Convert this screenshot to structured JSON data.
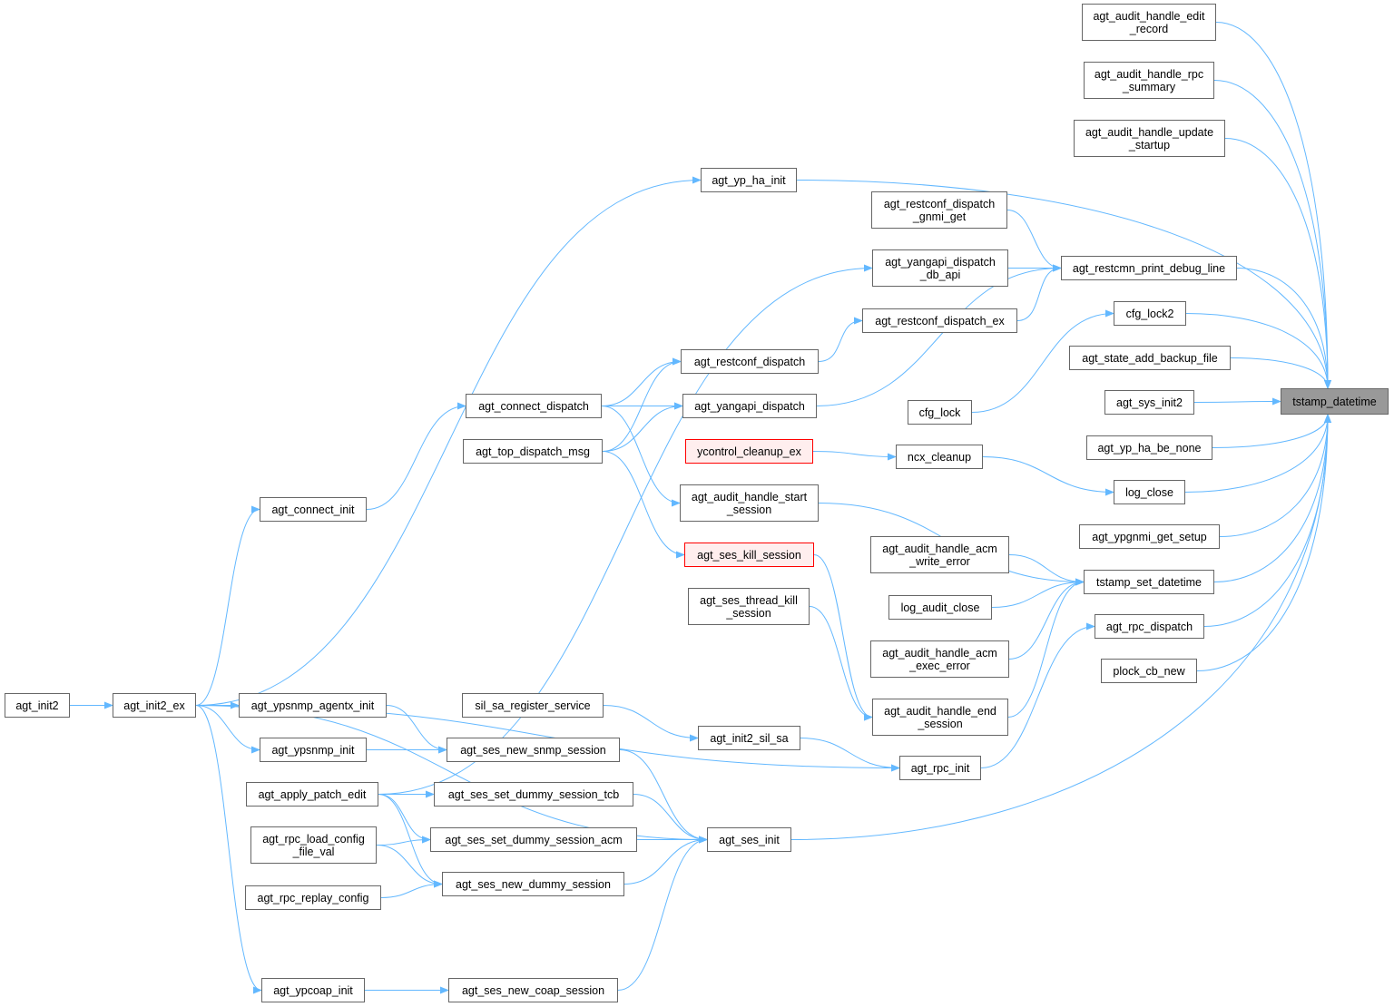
{
  "graph": {
    "colors": {
      "edge": "#63b8ff",
      "node_border": "#666666",
      "focus_fill": "#999999",
      "missing_border": "#ff0000",
      "missing_fill": "#ffeeee"
    },
    "focus": "tstamp_datetime",
    "nodes": [
      {
        "id": "tstamp_datetime",
        "label": "tstamp_datetime",
        "style": "focus"
      },
      {
        "id": "edit_record",
        "label": "agt_audit_handle_edit\n_record"
      },
      {
        "id": "rpc_summary",
        "label": "agt_audit_handle_rpc\n_summary"
      },
      {
        "id": "update_startup",
        "label": "agt_audit_handle_update\n_startup"
      },
      {
        "id": "yp_ha_init",
        "label": "agt_yp_ha_init"
      },
      {
        "id": "gnmi_get",
        "label": "agt_restconf_dispatch\n_gnmi_get"
      },
      {
        "id": "db_api",
        "label": "agt_yangapi_dispatch\n_db_api"
      },
      {
        "id": "print_debug",
        "label": "agt_restcmn_print_debug_line"
      },
      {
        "id": "restconf_ex",
        "label": "agt_restconf_dispatch_ex"
      },
      {
        "id": "cfg_lock2",
        "label": "cfg_lock2"
      },
      {
        "id": "backup_file",
        "label": "agt_state_add_backup_file"
      },
      {
        "id": "sys_init2",
        "label": "agt_sys_init2"
      },
      {
        "id": "cfg_lock",
        "label": "cfg_lock"
      },
      {
        "id": "be_none",
        "label": "agt_yp_ha_be_none"
      },
      {
        "id": "restconf_dispatch",
        "label": "agt_restconf_dispatch"
      },
      {
        "id": "connect_dispatch",
        "label": "agt_connect_dispatch"
      },
      {
        "id": "yangapi_dispatch",
        "label": "agt_yangapi_dispatch"
      },
      {
        "id": "top_dispatch",
        "label": "agt_top_dispatch_msg"
      },
      {
        "id": "ycontrol_cleanup",
        "label": "ycontrol_cleanup_ex",
        "style": "red"
      },
      {
        "id": "ncx_cleanup",
        "label": "ncx_cleanup"
      },
      {
        "id": "log_close",
        "label": "log_close"
      },
      {
        "id": "start_session",
        "label": "agt_audit_handle_start\n_session"
      },
      {
        "id": "connect_init",
        "label": "agt_connect_init"
      },
      {
        "id": "kill_session",
        "label": "agt_ses_kill_session",
        "style": "red"
      },
      {
        "id": "gnmi_setup",
        "label": "agt_ypgnmi_get_setup"
      },
      {
        "id": "acm_write",
        "label": "agt_audit_handle_acm\n_write_error"
      },
      {
        "id": "set_datetime",
        "label": "tstamp_set_datetime"
      },
      {
        "id": "thread_kill",
        "label": "agt_ses_thread_kill\n_session"
      },
      {
        "id": "log_audit_close",
        "label": "log_audit_close"
      },
      {
        "id": "rpc_dispatch",
        "label": "agt_rpc_dispatch"
      },
      {
        "id": "acm_exec",
        "label": "agt_audit_handle_acm\n_exec_error"
      },
      {
        "id": "plock_cb_new",
        "label": "plock_cb_new"
      },
      {
        "id": "init2",
        "label": "agt_init2"
      },
      {
        "id": "init2_ex",
        "label": "agt_init2_ex"
      },
      {
        "id": "agentx_init",
        "label": "agt_ypsnmp_agentx_init"
      },
      {
        "id": "sil_sa_reg",
        "label": "sil_sa_register_service"
      },
      {
        "id": "end_session",
        "label": "agt_audit_handle_end\n_session"
      },
      {
        "id": "init2_sil_sa",
        "label": "agt_init2_sil_sa"
      },
      {
        "id": "ypsnmp_init",
        "label": "agt_ypsnmp_init"
      },
      {
        "id": "snmp_session",
        "label": "agt_ses_new_snmp_session"
      },
      {
        "id": "rpc_init",
        "label": "agt_rpc_init"
      },
      {
        "id": "apply_patch",
        "label": "agt_apply_patch_edit"
      },
      {
        "id": "dummy_tcb",
        "label": "agt_ses_set_dummy_session_tcb"
      },
      {
        "id": "ses_init",
        "label": "agt_ses_init"
      },
      {
        "id": "dummy_acm",
        "label": "agt_ses_set_dummy_session_acm"
      },
      {
        "id": "load_config",
        "label": "agt_rpc_load_config\n_file_val"
      },
      {
        "id": "dummy_session",
        "label": "agt_ses_new_dummy_session"
      },
      {
        "id": "replay_config",
        "label": "agt_rpc_replay_config"
      },
      {
        "id": "ypcoap_init",
        "label": "agt_ypcoap_init"
      },
      {
        "id": "coap_session",
        "label": "agt_ses_new_coap_session"
      }
    ],
    "edges": [
      [
        "init2",
        "init2_ex"
      ],
      [
        "init2_ex",
        "connect_init"
      ],
      [
        "init2_ex",
        "yp_ha_init"
      ],
      [
        "init2_ex",
        "agentx_init"
      ],
      [
        "init2_ex",
        "ypsnmp_init"
      ],
      [
        "init2_ex",
        "rpc_init"
      ],
      [
        "init2_ex",
        "ses_init"
      ],
      [
        "init2_ex",
        "ypcoap_init"
      ],
      [
        "connect_init",
        "connect_dispatch"
      ],
      [
        "connect_dispatch",
        "restconf_dispatch"
      ],
      [
        "connect_dispatch",
        "yangapi_dispatch"
      ],
      [
        "connect_dispatch",
        "start_session"
      ],
      [
        "top_dispatch",
        "restconf_dispatch"
      ],
      [
        "top_dispatch",
        "yangapi_dispatch"
      ],
      [
        "top_dispatch",
        "kill_session"
      ],
      [
        "restconf_dispatch",
        "restconf_ex"
      ],
      [
        "restconf_ex",
        "print_debug"
      ],
      [
        "gnmi_get",
        "print_debug"
      ],
      [
        "db_api",
        "print_debug"
      ],
      [
        "yangapi_dispatch",
        "print_debug"
      ],
      [
        "apply_patch",
        "db_api"
      ],
      [
        "apply_patch",
        "dummy_tcb"
      ],
      [
        "apply_patch",
        "dummy_acm"
      ],
      [
        "apply_patch",
        "dummy_session"
      ],
      [
        "cfg_lock",
        "cfg_lock2"
      ],
      [
        "ycontrol_cleanup",
        "ncx_cleanup"
      ],
      [
        "ncx_cleanup",
        "log_close"
      ],
      [
        "start_session",
        "set_datetime"
      ],
      [
        "kill_session",
        "end_session"
      ],
      [
        "thread_kill",
        "end_session"
      ],
      [
        "acm_write",
        "set_datetime"
      ],
      [
        "log_audit_close",
        "set_datetime"
      ],
      [
        "acm_exec",
        "set_datetime"
      ],
      [
        "end_session",
        "set_datetime"
      ],
      [
        "rpc_init",
        "rpc_dispatch"
      ],
      [
        "agentx_init",
        "snmp_session"
      ],
      [
        "ypsnmp_init",
        "snmp_session"
      ],
      [
        "sil_sa_reg",
        "init2_sil_sa"
      ],
      [
        "init2_sil_sa",
        "rpc_init"
      ],
      [
        "snmp_session",
        "ses_init"
      ],
      [
        "dummy_tcb",
        "ses_init"
      ],
      [
        "dummy_acm",
        "ses_init"
      ],
      [
        "dummy_session",
        "ses_init"
      ],
      [
        "coap_session",
        "ses_init"
      ],
      [
        "load_config",
        "dummy_acm"
      ],
      [
        "load_config",
        "dummy_session"
      ],
      [
        "replay_config",
        "dummy_session"
      ],
      [
        "ypcoap_init",
        "coap_session"
      ],
      [
        "yp_ha_init",
        "tstamp_datetime"
      ],
      [
        "edit_record",
        "tstamp_datetime"
      ],
      [
        "rpc_summary",
        "tstamp_datetime"
      ],
      [
        "update_startup",
        "tstamp_datetime"
      ],
      [
        "print_debug",
        "tstamp_datetime"
      ],
      [
        "cfg_lock2",
        "tstamp_datetime"
      ],
      [
        "backup_file",
        "tstamp_datetime"
      ],
      [
        "sys_init2",
        "tstamp_datetime"
      ],
      [
        "be_none",
        "tstamp_datetime"
      ],
      [
        "log_close",
        "tstamp_datetime"
      ],
      [
        "gnmi_setup",
        "tstamp_datetime"
      ],
      [
        "set_datetime",
        "tstamp_datetime"
      ],
      [
        "rpc_dispatch",
        "tstamp_datetime"
      ],
      [
        "plock_cb_new",
        "tstamp_datetime"
      ],
      [
        "ses_init",
        "tstamp_datetime"
      ]
    ]
  }
}
